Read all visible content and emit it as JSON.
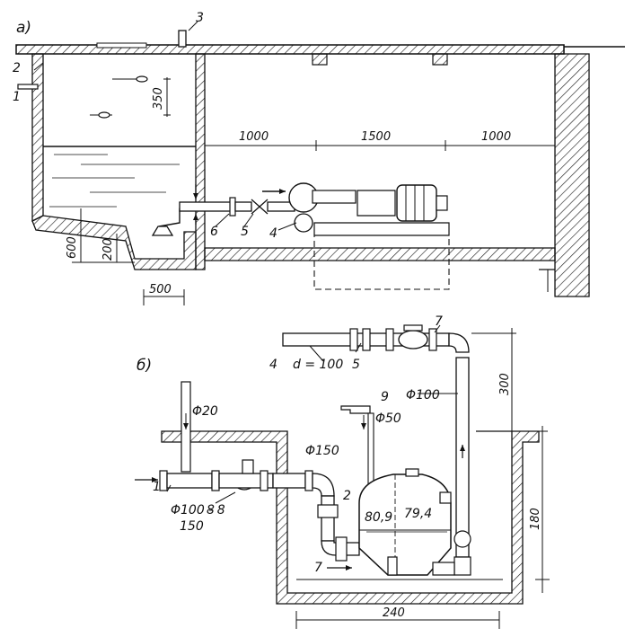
{
  "figure_a": {
    "panel_label": "а)",
    "callouts": {
      "c1": "1",
      "c2": "2",
      "c3": "3",
      "c4": "4",
      "c5": "5",
      "c6": "6"
    },
    "dimensions": {
      "d350": "350",
      "d1000_left": "1000",
      "d1500": "1500",
      "d1000_right": "1000",
      "d600": "600",
      "d200": "200",
      "d500": "500"
    }
  },
  "figure_b": {
    "panel_label": "б)",
    "callouts": {
      "c1": "1",
      "c2": "2",
      "c4": "4",
      "c5": "5",
      "c7_top": "7",
      "c7_bottom": "7",
      "c8": "8",
      "c9": "9"
    },
    "labels": {
      "pipe_d": "d = 100",
      "phi100": "Φ100",
      "phi20": "Φ20",
      "phi50": "Φ50",
      "phi150": "Φ150",
      "phi100_150_a": "Φ100 - 8",
      "phi100_150_b": "150",
      "tank_left": "80,9",
      "tank_right": "79,4"
    },
    "dimensions": {
      "d300": "300",
      "d180": "180",
      "d240": "240"
    }
  }
}
